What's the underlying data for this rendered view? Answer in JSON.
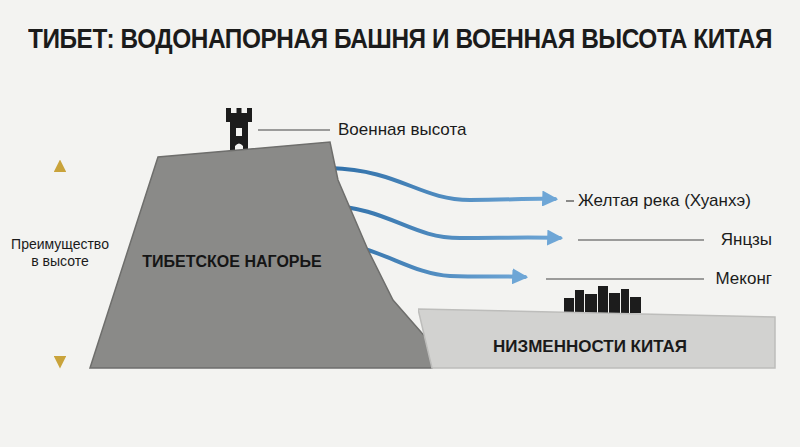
{
  "diagram": {
    "title": "ТИБЕТ: ВОДОНАПОРНАЯ БАШНЯ И ВОЕННАЯ ВЫСОТА КИТАЯ",
    "nodes": [
      {
        "text": [
          "ТИБЕТСКОЕ НАГОРЬЕ"
        ]
      },
      {
        "text": [
          "НИЗМЕННОСТИ КИТАЯ"
        ]
      }
    ],
    "labels": [
      "Военная высота",
      "Желтая река (Хуанхэ)",
      "Янцзы",
      "Меконг",
      "Преимущество в высоте"
    ]
  }
}
